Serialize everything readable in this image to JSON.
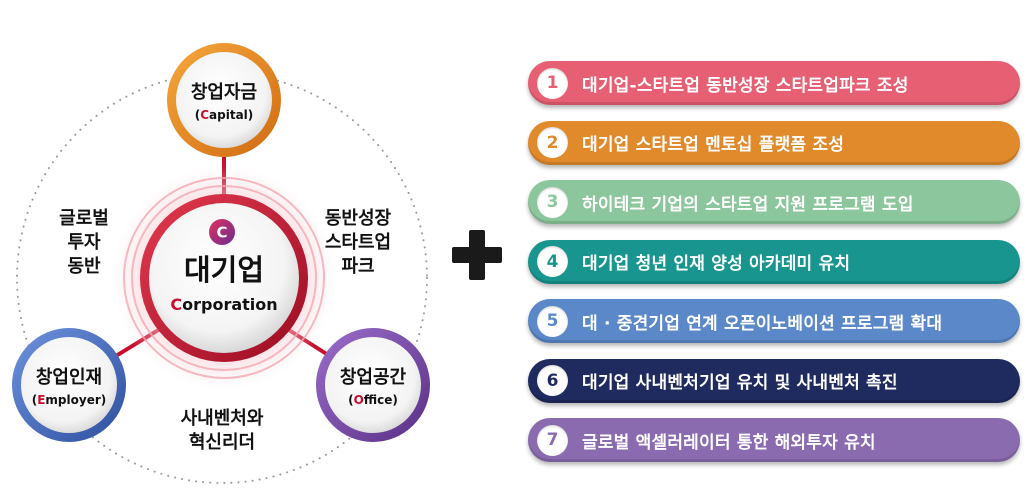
{
  "center": {
    "label": "대기업",
    "sub_initial": "C",
    "sub_rest": "orporation",
    "logo_letter": "C"
  },
  "nodes": {
    "capital": {
      "label": "창업자금",
      "paren_open": "(",
      "initial": "C",
      "rest": "apital)"
    },
    "employer": {
      "label": "창업인재",
      "paren_open": "(",
      "initial": "E",
      "rest": "mployer)"
    },
    "office": {
      "label": "창업공간",
      "paren_open": "(",
      "initial": "O",
      "rest": "ffice)"
    }
  },
  "side_labels": {
    "left": [
      "글로벌",
      "투자",
      "동반"
    ],
    "right": [
      "동반성장",
      "스타트업",
      "파크"
    ],
    "bottom": [
      "사내벤처와",
      "혁신리더"
    ]
  },
  "colors": {
    "accent_red": "#c8102e",
    "capital": "#e98a22",
    "employer": "#4a6fc4",
    "office": "#7b4fa8"
  },
  "items": [
    {
      "num": "1",
      "text": "대기업-스타트업 동반성장 스타트업파크 조성",
      "color": "#e75f73"
    },
    {
      "num": "2",
      "text": "대기업 스타트업 멘토십 플랫폼 조성",
      "color": "#e08a2b"
    },
    {
      "num": "3",
      "text": "하이테크 기업의 스타트업 지원 프로그램 도입",
      "color": "#8cc69c"
    },
    {
      "num": "4",
      "text": "대기업 청년 인재 양성 아카데미 유치",
      "color": "#17958e"
    },
    {
      "num": "5",
      "text": "대 · 중견기업 연계 오픈이노베이션 프로그램 확대",
      "color": "#5a88c8"
    },
    {
      "num": "6",
      "text": "대기업 사내벤처기업 유치 및 사내벤처 촉진",
      "color": "#1f2a5e"
    },
    {
      "num": "7",
      "text": "글로벌 액셀러레이터 통한 해외투자 유치",
      "color": "#8a6bb0"
    }
  ]
}
